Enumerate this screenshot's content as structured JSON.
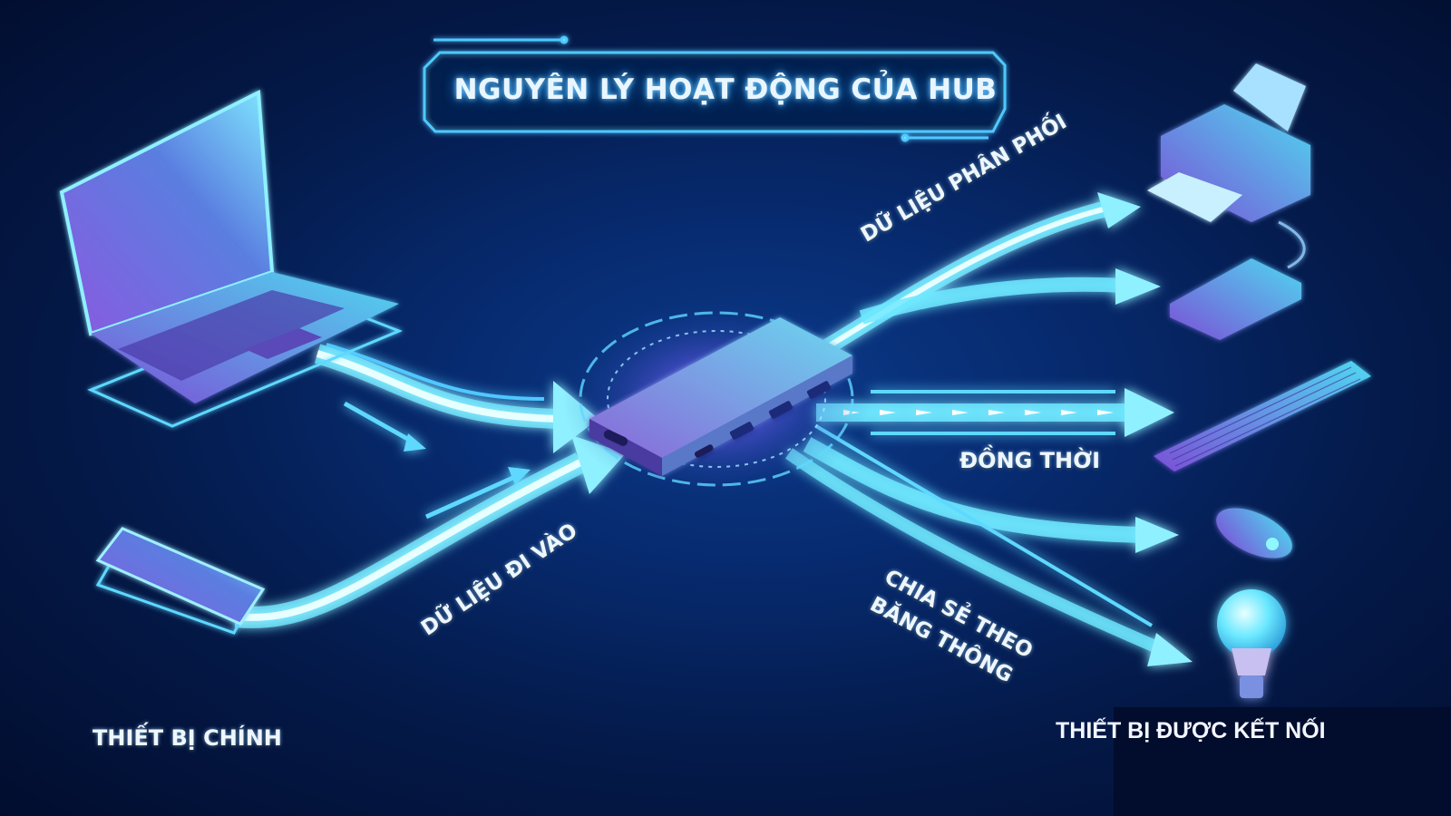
{
  "title": "NGUYÊN LÝ HOẠT ĐỘNG CỦA HUB",
  "labels": {
    "distribute": "DỮ LIỆU PHÂN PHỐI",
    "input": "DỮ LIỆU ĐI VÀO",
    "simultaneous": "ĐỒNG THỜI",
    "share_line1": "CHIA SẺ THEO",
    "share_line2": "BĂNG THÔNG",
    "main_device": "THIẾT BỊ CHÍNH",
    "connected_devices": "THIẾT BỊ ĐƯỢC KẾT NỐI"
  },
  "diagram": {
    "source_devices": [
      "laptop",
      "smartphone"
    ],
    "hub": "usb-hub",
    "target_devices": [
      "printer",
      "external-drive",
      "keyboard",
      "mouse",
      "smart-bulb"
    ],
    "edges": [
      {
        "from": "laptop",
        "to": "usb-hub",
        "label": ""
      },
      {
        "from": "smartphone",
        "to": "usb-hub",
        "label": "DỮ LIỆU ĐI VÀO"
      },
      {
        "from": "usb-hub",
        "to": "printer",
        "label": "DỮ LIỆU PHÂN PHỐI"
      },
      {
        "from": "usb-hub",
        "to": "external-drive",
        "label": ""
      },
      {
        "from": "usb-hub",
        "to": "keyboard",
        "label": "ĐỒNG THỜI"
      },
      {
        "from": "usb-hub",
        "to": "mouse",
        "label": ""
      },
      {
        "from": "usb-hub",
        "to": "smart-bulb",
        "label": "CHIA SẺ THEO BĂNG THÔNG"
      }
    ]
  },
  "colors": {
    "background_dark": "#020d2e",
    "background_mid": "#072a6e",
    "glow_cyan": "#5fe0ff",
    "device_purple": "#7a5fd0",
    "text": "#eef6ff"
  }
}
